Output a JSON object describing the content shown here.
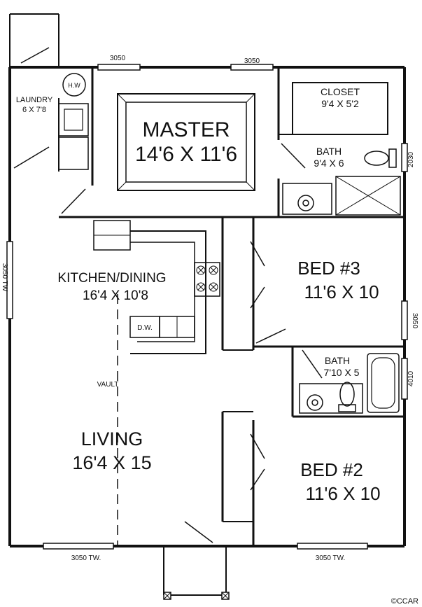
{
  "rooms": {
    "master": {
      "name": "MASTER",
      "size": "14'6 X 11'6"
    },
    "closet": {
      "name": "CLOSET",
      "size": "9'4 X 5'2"
    },
    "master_bath": {
      "name": "BATH",
      "size": "9'4 X 6"
    },
    "laundry": {
      "name": "LAUNDRY",
      "size": "6 X 7'8"
    },
    "kitchen": {
      "name": "KITCHEN/DINING",
      "size": "16'4 X 10'8"
    },
    "bed3": {
      "name": "BED #3",
      "size": "11'6 X 10"
    },
    "bath2": {
      "name": "BATH",
      "size": "7'10 X 5"
    },
    "living": {
      "name": "LIVING",
      "size": "16'4 X 15"
    },
    "bed2": {
      "name": "BED #2",
      "size": "11'6 X 10"
    }
  },
  "fixtures": {
    "water_heater": "H.W",
    "dishwasher": "D.W.",
    "vault": "VAULT"
  },
  "windows": {
    "top_left": "3050",
    "top_right": "3050",
    "left": "3050 TW",
    "right_bath": "2030",
    "right_bed3": "3050",
    "right_bath2": "4010",
    "bottom_left": "3050 TW.",
    "bottom_right": "3050 TW."
  },
  "watermark": "©CCAR"
}
